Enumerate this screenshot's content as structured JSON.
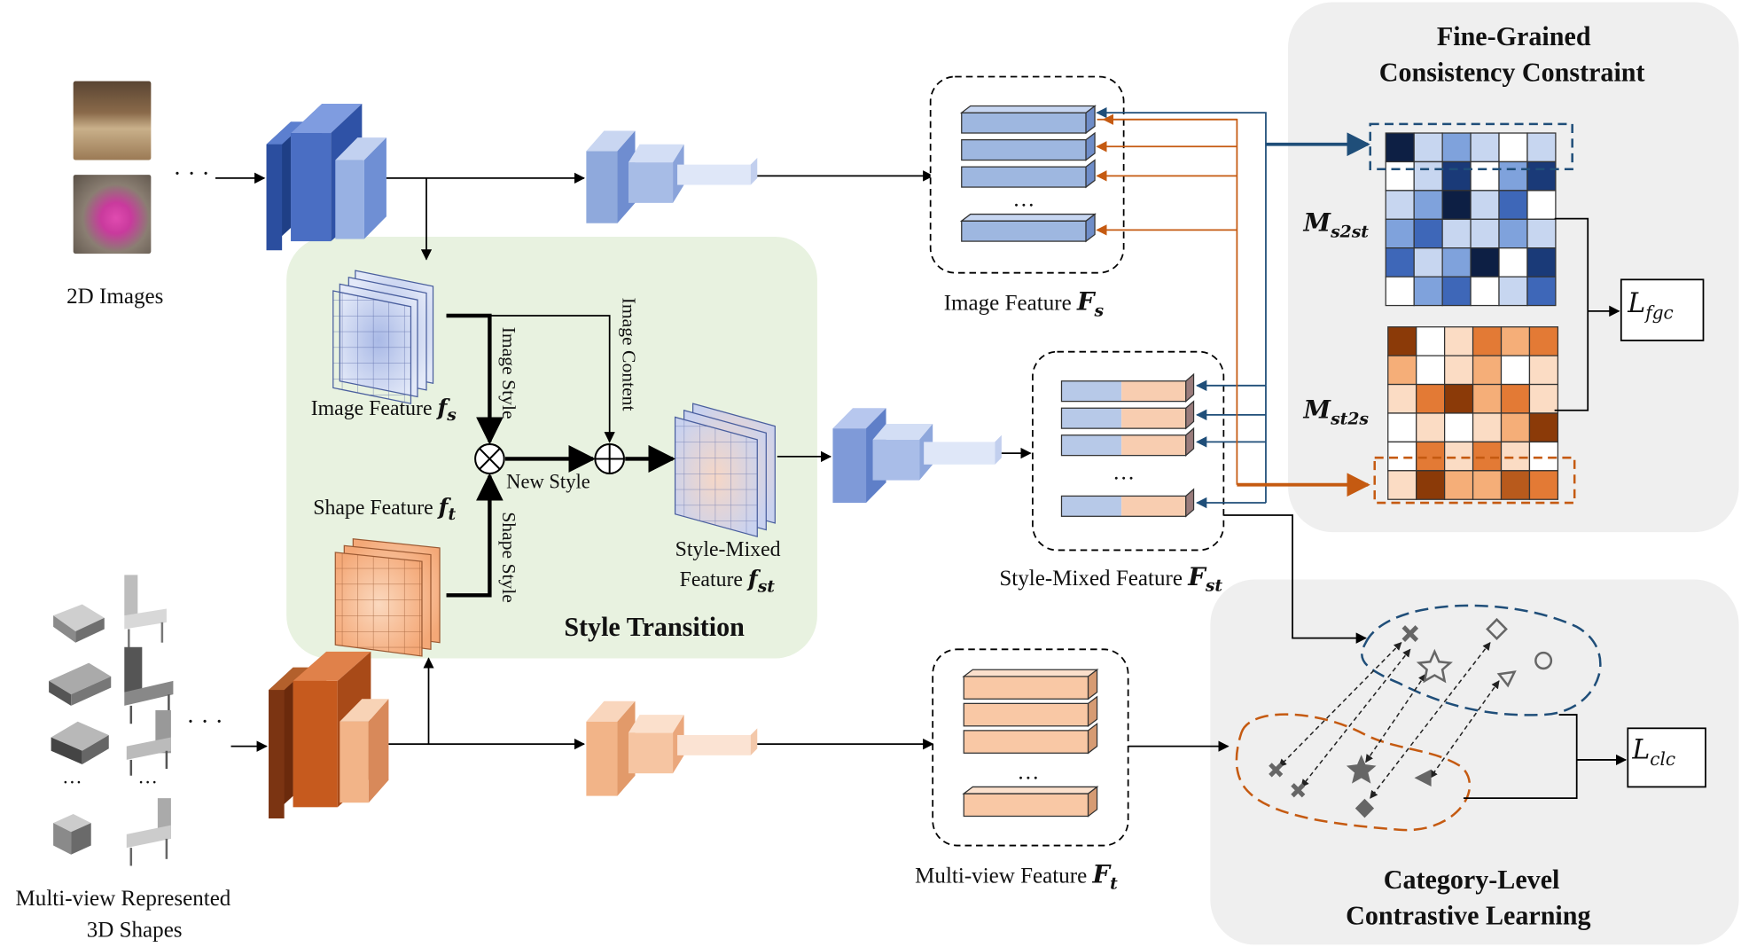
{
  "labels": {
    "images_2d": "2D Images",
    "shapes_3d_line1": "Multi-view Represented",
    "shapes_3d_line2": "3D Shapes",
    "image_feature_fs": "Image Feature",
    "shape_feature_ft": "Shape Feature",
    "image_style": "Image Style",
    "image_content": "Image Content",
    "shape_style": "Shape Style",
    "new_style": "New Style",
    "style_mixed_line1": "Style-Mixed",
    "style_mixed_line2": "Feature",
    "style_transition": "Style Transition",
    "image_feature_Fs": "Image Feature",
    "style_mixed_Fst": "Style-Mixed Feature",
    "multiview_Ft": "Multi-view Feature",
    "fine_grained_line1": "Fine-Grained",
    "fine_grained_line2": "Consistency Constraint",
    "category_line1": "Category-Level",
    "category_line2": "Contrastive Learning",
    "ellipsis": "…",
    "ellipsis_dots": "· · ·"
  },
  "symbols": {
    "fs": "f",
    "fs_sub": "s",
    "ft": "f",
    "ft_sub": "t",
    "fst": "f",
    "fst_sub": "st",
    "Fs": "F",
    "Fs_sub": "s",
    "Fst": "F",
    "Fst_sub": "st",
    "Ft": "F",
    "Ft_sub": "t",
    "Ms2st": "M",
    "Ms2st_sub": "s2st",
    "Mst2s": "M",
    "Mst2s_sub": "st2s",
    "Lfgc": "L",
    "Lfgc_sub": "fgc",
    "Lclc": "L",
    "Lclc_sub": "clc"
  },
  "colors": {
    "blue_dark": "#2f55a4",
    "blue_mid": "#4a72c4",
    "blue_light": "#8fa9dc",
    "orange_dark": "#8b3a12",
    "orange_mid": "#c65a1e",
    "orange_light": "#f2b488",
    "green_panel": "#e8f2e0",
    "gray_panel": "#efefef",
    "arrow_blue": "#1f4e79",
    "arrow_orange": "#c55a11"
  },
  "icons": {
    "op_multiply": "circled-times-icon",
    "op_add": "circled-plus-icon",
    "markers": [
      "cross-icon",
      "star-icon",
      "diamond-icon",
      "circle-icon",
      "triangle-icon"
    ]
  }
}
